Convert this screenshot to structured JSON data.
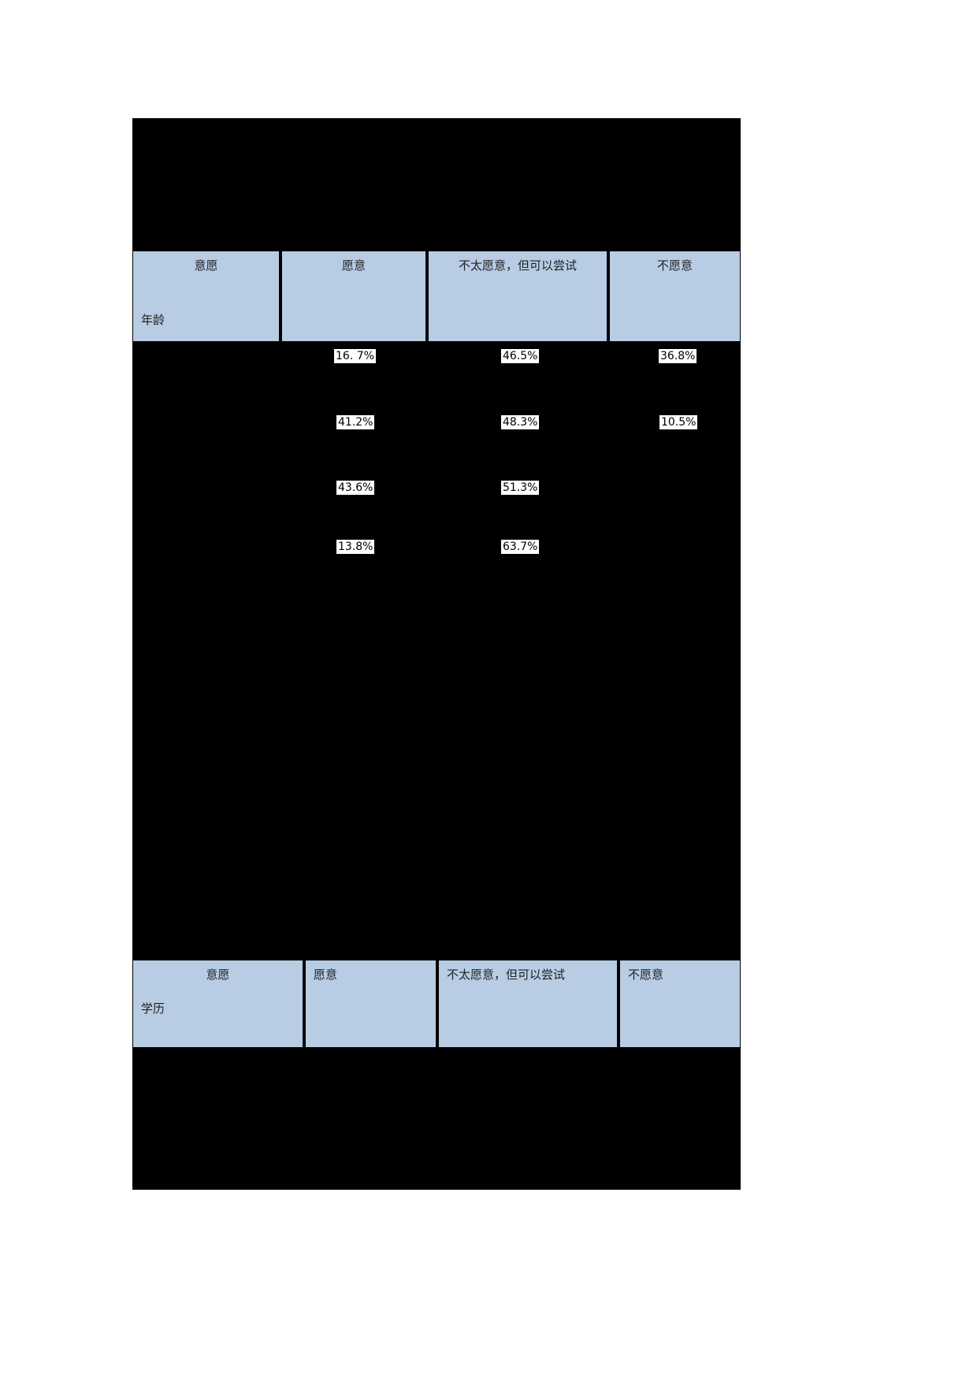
{
  "colors": {
    "page_background": "#ffffff",
    "redaction": "#000000",
    "table_header_fill": "#b8cce4",
    "value_label_background": "#ffffff"
  },
  "table1": {
    "corner_top": "意愿",
    "corner_bottom": "年龄",
    "col_willing": "愿意",
    "col_maybe": "不太愿意，但可以尝试",
    "col_unwilling": "不愿意",
    "rows": [
      {
        "willing": "16. 7%",
        "maybe": "46.5%",
        "unwilling": "36.8%"
      },
      {
        "willing": "41.2%",
        "maybe": "48.3%",
        "unwilling": "10.5%"
      },
      {
        "willing": "43.6%",
        "maybe": "51.3%"
      },
      {
        "willing": "13.8%",
        "maybe": "63.7%"
      }
    ]
  },
  "table2": {
    "corner_top": "意愿",
    "corner_bottom": "学历",
    "col_willing": "愿意",
    "col_maybe": "不太愿意，但可以尝试",
    "col_unwilling": "不愿意"
  }
}
